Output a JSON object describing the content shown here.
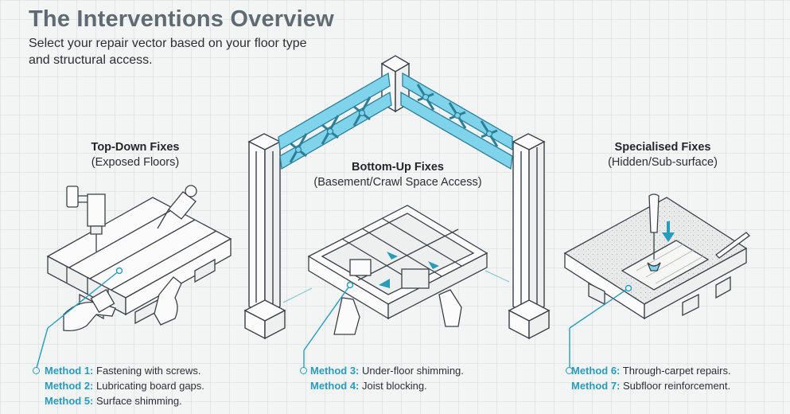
{
  "header": {
    "title": "The Interventions Overview",
    "subtitle": "Select your repair vector based on your floor type and structural access."
  },
  "sections": [
    {
      "title": "Top-Down Fixes",
      "subtitle": "(Exposed Floors)",
      "methods": [
        {
          "label": "Method 1:",
          "text": "Fastening with screws."
        },
        {
          "label": "Method 2:",
          "text": "Lubricating board gaps."
        },
        {
          "label": "Method 5:",
          "text": "Surface shimming."
        }
      ]
    },
    {
      "title": "Bottom-Up Fixes",
      "subtitle": "(Basement/Crawl Space Access)",
      "methods": [
        {
          "label": "Method 3:",
          "text": "Under-floor shimming."
        },
        {
          "label": "Method 4:",
          "text": "Joist blocking."
        }
      ]
    },
    {
      "title": "Specialised Fixes",
      "subtitle": "(Hidden/Sub-surface)",
      "methods": [
        {
          "label": "Method 6:",
          "text": "Through-carpet repairs."
        },
        {
          "label": "Method 7:",
          "text": "Subfloor reinforcement."
        }
      ]
    }
  ],
  "colors": {
    "accent": "#2a9bb8",
    "truss": "#7fd3ea",
    "line": "#3a4046",
    "background": "#f3f4f4"
  }
}
